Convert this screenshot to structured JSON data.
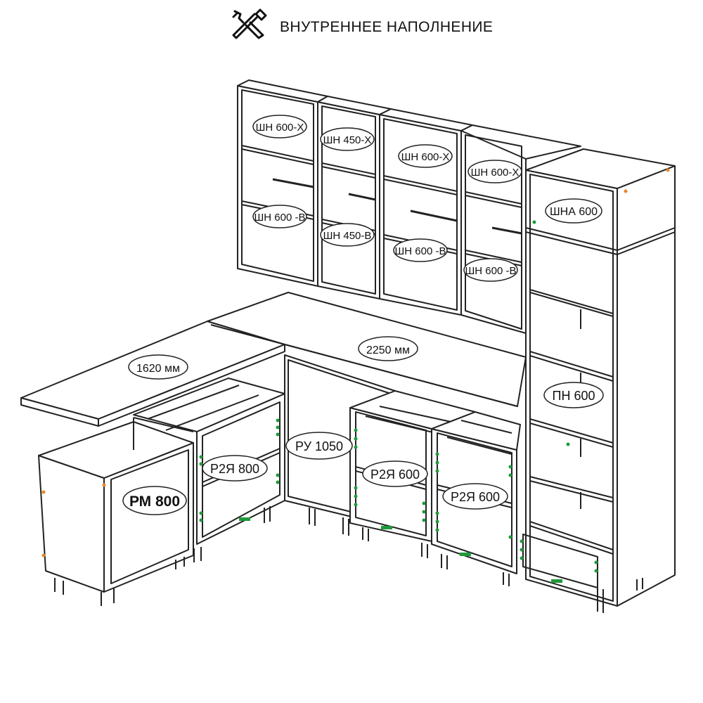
{
  "header": {
    "title": "ВНУТРЕННЕЕ НАПОЛНЕНИЕ",
    "icon": "tools-icon"
  },
  "labels": {
    "wall_1_top": "ШН 600-Х",
    "wall_1_bottom": "ШН 600 -В",
    "wall_2_top": "ШН 450-Х",
    "wall_2_bottom": "ШН 450-В",
    "wall_3_top": "ШН 600-Х",
    "wall_3_bottom": "ШН 600 -В",
    "wall_4_top": "ШН 600-Х",
    "wall_4_bottom": "ШН 600 -В",
    "tall_top": "ШНА 600",
    "tall_body": "ПН 600",
    "worktop_left": "1620 мм",
    "worktop_right": "2250 мм",
    "base_corner": "РМ 800",
    "base_drawers_800": "Р2Я 800",
    "base_corner_shelf": "РУ 1050",
    "base_drawers_600_a": "Р2Я 600",
    "base_drawers_600_b": "Р2Я 600"
  },
  "colors": {
    "line": "#222222",
    "fitting": "#1e9a3a",
    "hinge": "#e8862a"
  }
}
